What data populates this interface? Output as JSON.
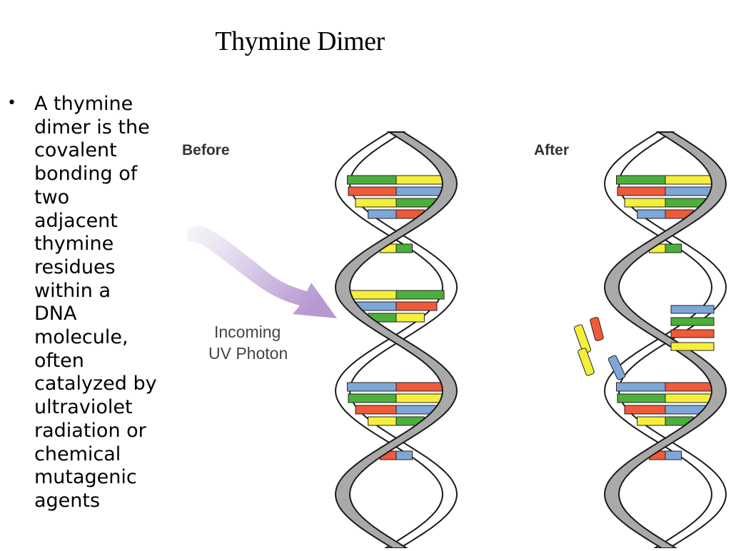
{
  "slide": {
    "title": "Thymine Dimer",
    "bullet_text": "A thymine\ndimer is the\ncovalent\nbonding of\ntwo\nadjacent\nthymine\nresidues\nwithin a\nDNA\nmolecule,\noften\ncatalyzed by\nultraviolet\nradiation or\nchemical\nmutagenic\nagents"
  },
  "figure": {
    "before_label": "Before",
    "after_label": "After",
    "photon_label_line1": "Incoming",
    "photon_label_line2": "UV Photon"
  },
  "colors": {
    "backbone_fill": "#a9a9a9",
    "backbone_stroke": "#1a1a1a",
    "base_green": "#4caf3c",
    "base_yellow": "#f5ef3c",
    "base_red": "#ef5a3a",
    "base_blue": "#7ea7d8",
    "photon_light": "#e9e3f3",
    "photon_dark": "#c1a6d6"
  }
}
